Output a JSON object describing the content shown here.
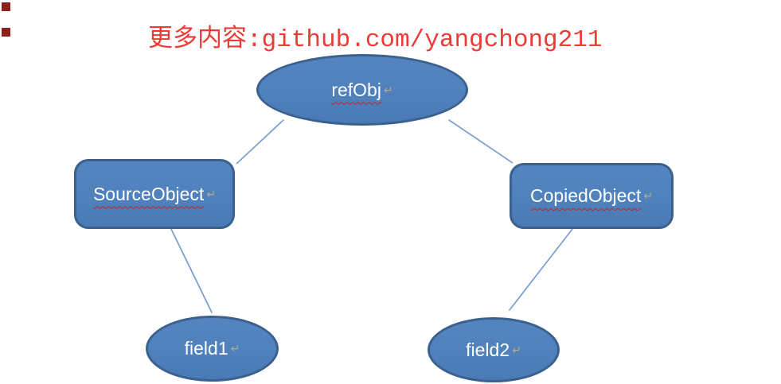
{
  "header": {
    "text": "更多内容:github.com/yangchong211",
    "color": "#ea3b36"
  },
  "corner_markers": {
    "count": 2,
    "color": "#8e1f1a"
  },
  "diagram": {
    "nodes": {
      "refObj": {
        "label": "refObj",
        "shape": "ellipse",
        "spellcheck_underline": true
      },
      "sourceObject": {
        "label": "SourceObject",
        "shape": "rounded-rect",
        "spellcheck_underline": true
      },
      "copiedObject": {
        "label": "CopiedObject",
        "shape": "rounded-rect",
        "spellcheck_underline": true
      },
      "field1": {
        "label": "field1",
        "shape": "ellipse",
        "spellcheck_underline": false
      },
      "field2": {
        "label": "field2",
        "shape": "ellipse",
        "spellcheck_underline": false
      }
    },
    "edges": [
      {
        "from": "SourceObject",
        "to": "refObj"
      },
      {
        "from": "CopiedObject",
        "to": "refObj"
      },
      {
        "from": "SourceObject",
        "to": "field1"
      },
      {
        "from": "CopiedObject",
        "to": "field2"
      }
    ],
    "return_mark": "↵",
    "colors": {
      "node_fill": "#4f81bd",
      "node_border": "#3a608e",
      "node_text": "#ffffff",
      "arrow": "#7da0d2",
      "squiggle": "#c2241d",
      "return_mark": "#c8b289"
    }
  }
}
